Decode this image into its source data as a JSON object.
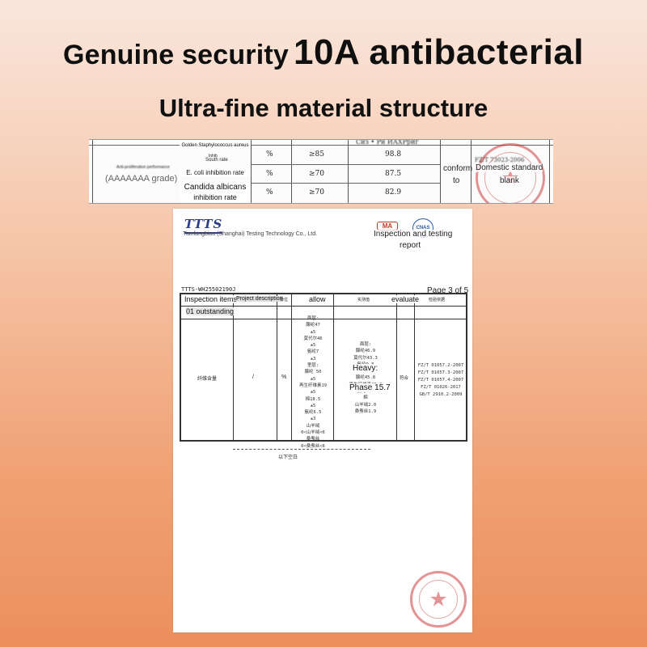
{
  "heading": {
    "line1_small": "Genuine security",
    "line1_big": "10A antibacterial",
    "line2": "Ultra-fine material structure"
  },
  "strip": {
    "top_cutoff": "Сиз • Ри ИАХРрйг",
    "category_small": "Anti-proliferation performance",
    "category_grade": "(AAAAAAA grade)",
    "rows": [
      {
        "name_a": "Golden Staphylococcus aureus",
        "name_b": "Inhib",
        "name_c": "South rate",
        "unit": "%",
        "req": "≥85",
        "val": "98.8"
      },
      {
        "name_a": "E. coli inhibition rate",
        "unit": "%",
        "req": "≥70",
        "val": "87.5"
      },
      {
        "name_a": "Candida albicans",
        "name_b": "inhibition rate",
        "unit": "%",
        "req": "≥70",
        "val": "82.9"
      }
    ],
    "judgement_line1": "conform",
    "judgement_line2": "to",
    "standard_line1": "Domestic standard",
    "standard_line2": "blank",
    "stamp_code": "FZ/T 73023-2006"
  },
  "report": {
    "logo": "TTTS",
    "company": "Tianfangbiao (Shanghai) Testing Technology Co., Ltd.",
    "badge_cma": "MA",
    "badge_cnas": "CNAS",
    "title_line1": "Inspection and testing",
    "title_line2": "report",
    "report_no": "TTTS-WH25502190J",
    "page": "Page 3 of 5",
    "columns": {
      "items": "Inspection items",
      "project": "Project description",
      "unit": "单位",
      "allow": "allow",
      "measured": "实测值",
      "evaluate": "evaluate",
      "basis": "检验依据"
    },
    "row_label": "01 outstanding",
    "item_name": "纤维含量",
    "project_value": "/",
    "unit_value": "%",
    "allowed_lines": [
      "面层:",
      "腺纶47",
      "±5",
      "莫代尔46",
      "±5",
      "氨纶7",
      "±3",
      "里层:",
      "腺纶 50",
      "±5",
      "再生纤维素19",
      "±5",
      "棉18.5",
      "±5",
      "氨纶6.5",
      "±3",
      "山羊绒",
      "0<山羊绒<6",
      "桑蚕丝",
      "0<桑蚕丝<6"
    ],
    "measured_lines": [
      "面层:",
      "腺纶46.9",
      "莫代尔43.3",
      "氨纶9.8",
      "里层:",
      "腺纶45.8",
      "再生纤维素20.2",
      "氨纶6.7",
      "棉",
      "山羊绒2.0",
      "桑蚕丝1.9"
    ],
    "measured_overlay_1": "Heavy:",
    "measured_overlay_2": "Phase 15.7",
    "evaluate_value": "符合",
    "basis_lines": [
      "FZ/T 01057.2-2007",
      "FZ/T 01057.3-2007",
      "FZ/T 01057.4-2007",
      "FZ/T 01026-2017",
      "GB/T 2910.2-2009"
    ],
    "end_note": "以下空白"
  },
  "colors": {
    "stamp_red": "#cd3c3c",
    "logo_blue": "#2c3e8c",
    "cma_red": "#c0392b",
    "cnas_blue": "#2a5ca8"
  }
}
